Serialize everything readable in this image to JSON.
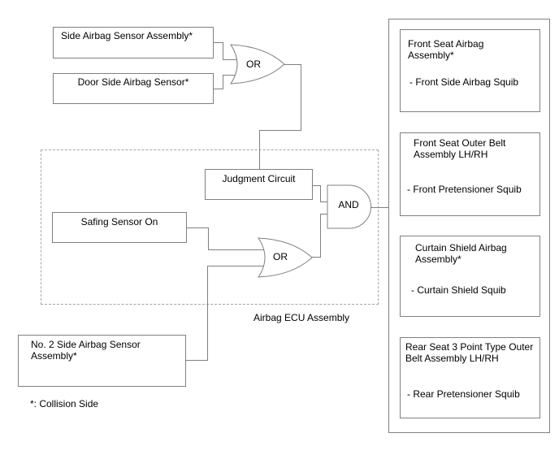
{
  "diagram": {
    "inputs": {
      "side_airbag_sensor": "Side Airbag Sensor Assembly*",
      "door_side_airbag_sensor": "Door Side Airbag Sensor*",
      "no2_side_airbag_sensor_line1": "No. 2 Side Airbag Sensor",
      "no2_side_airbag_sensor_line2": "Assembly*"
    },
    "ecu": {
      "label": "Airbag ECU Assembly",
      "judgment_circuit": "Judgment Circuit",
      "safing_sensor": "Safing Sensor On"
    },
    "gates": {
      "or_top": "OR",
      "or_bottom": "OR",
      "and_gate": "AND"
    },
    "outputs": [
      {
        "title1": "Front Seat Airbag",
        "title2": "Assembly*",
        "squib": "- Front Side Airbag Squib"
      },
      {
        "title1": "Front Seat Outer Belt",
        "title2": "Assembly LH/RH",
        "squib": "- Front Pretensioner Squib"
      },
      {
        "title1": "Curtain Shield Airbag",
        "title2": "Assembly*",
        "squib": "- Curtain Shield Squib"
      },
      {
        "title1": "Rear Seat 3 Point Type Outer",
        "title2": "Belt Assembly LH/RH",
        "squib": "- Rear Pretensioner Squib"
      }
    ],
    "footnote": "*: Collision Side",
    "colors": {
      "line": "#808080",
      "dashed_border": "#a6a6a6",
      "text": "#000000",
      "background": "#ffffff"
    }
  }
}
